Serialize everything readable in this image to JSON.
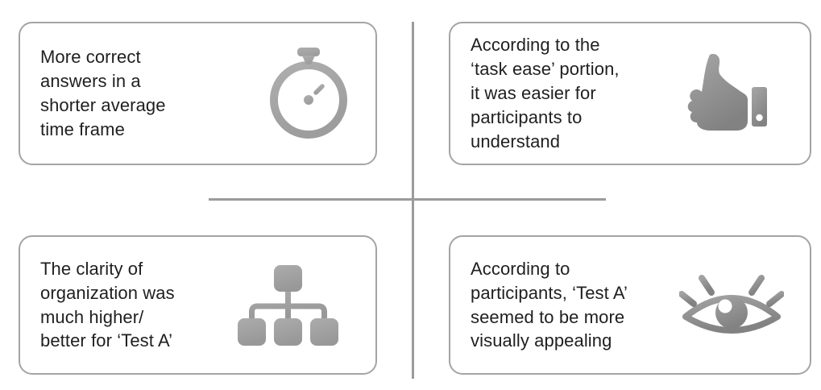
{
  "layout_name": "usability-test-findings-quadrants",
  "colors": {
    "background": "#ffffff",
    "card_border": "#a4a4a4",
    "text": "#1f1f1f",
    "divider": "#9b9b9b",
    "icon_gray": "#a9a9a9",
    "icon_gray_dark": "#838383"
  },
  "cards": [
    {
      "id": "faster-answers",
      "icon": "stopwatch-icon",
      "text": "More correct\nanswers in a\nshorter average\ntime frame"
    },
    {
      "id": "task-ease",
      "icon": "thumbs-up-icon",
      "text": "According to the\n‘task ease’ portion,\nit was easier for\nparticipants to\nunderstand"
    },
    {
      "id": "clarity-organization",
      "icon": "org-chart-icon",
      "text": "The clarity of\norganization was\nmuch higher/\nbetter for ‘Test A’"
    },
    {
      "id": "visual-appeal",
      "icon": "eye-icon",
      "text": "According to\nparticipants, ‘Test A’\nseemed to be more\nvisually appealing"
    }
  ]
}
